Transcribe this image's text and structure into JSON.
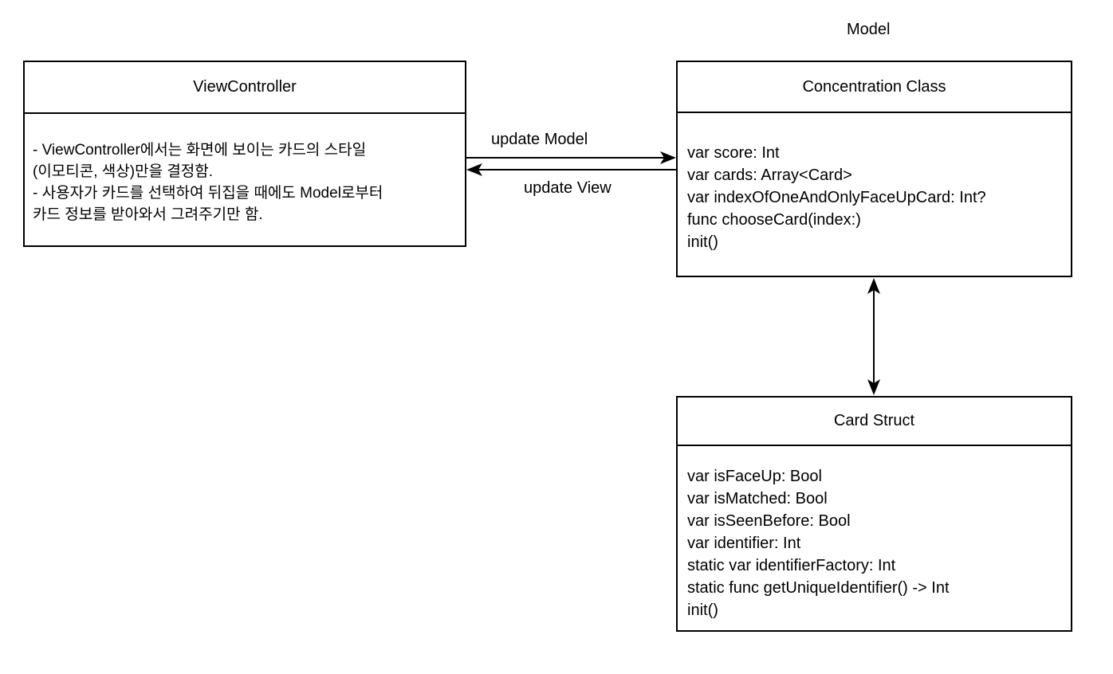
{
  "model_group_label": "Model",
  "view_controller": {
    "title": "ViewController",
    "description_lines": [
      "- ViewController에서는 화면에 보이는 카드의 스타일",
      "(이모티콘, 색상)만을 결정함.",
      "- 사용자가 카드를 선택하여 뒤집을 때에도 Model로부터",
      "카드 정보를 받아와서 그려주기만 함."
    ]
  },
  "concentration_class": {
    "title": "Concentration Class",
    "members": [
      "var score: Int",
      "var cards: Array<Card>",
      "var indexOfOneAndOnlyFaceUpCard: Int?",
      "func chooseCard(index:)",
      "init()"
    ]
  },
  "card_struct": {
    "title": "Card Struct",
    "members": [
      "var isFaceUp: Bool",
      "var isMatched: Bool",
      "var isSeenBefore: Bool",
      "var identifier: Int",
      "static var identifierFactory: Int",
      "static func getUniqueIdentifier() -> Int",
      "init()"
    ]
  },
  "relations": {
    "update_model_label": "update Model",
    "update_view_label": "update View"
  },
  "colors": {
    "line": "#000000",
    "background": "#ffffff",
    "text": "#000000"
  }
}
